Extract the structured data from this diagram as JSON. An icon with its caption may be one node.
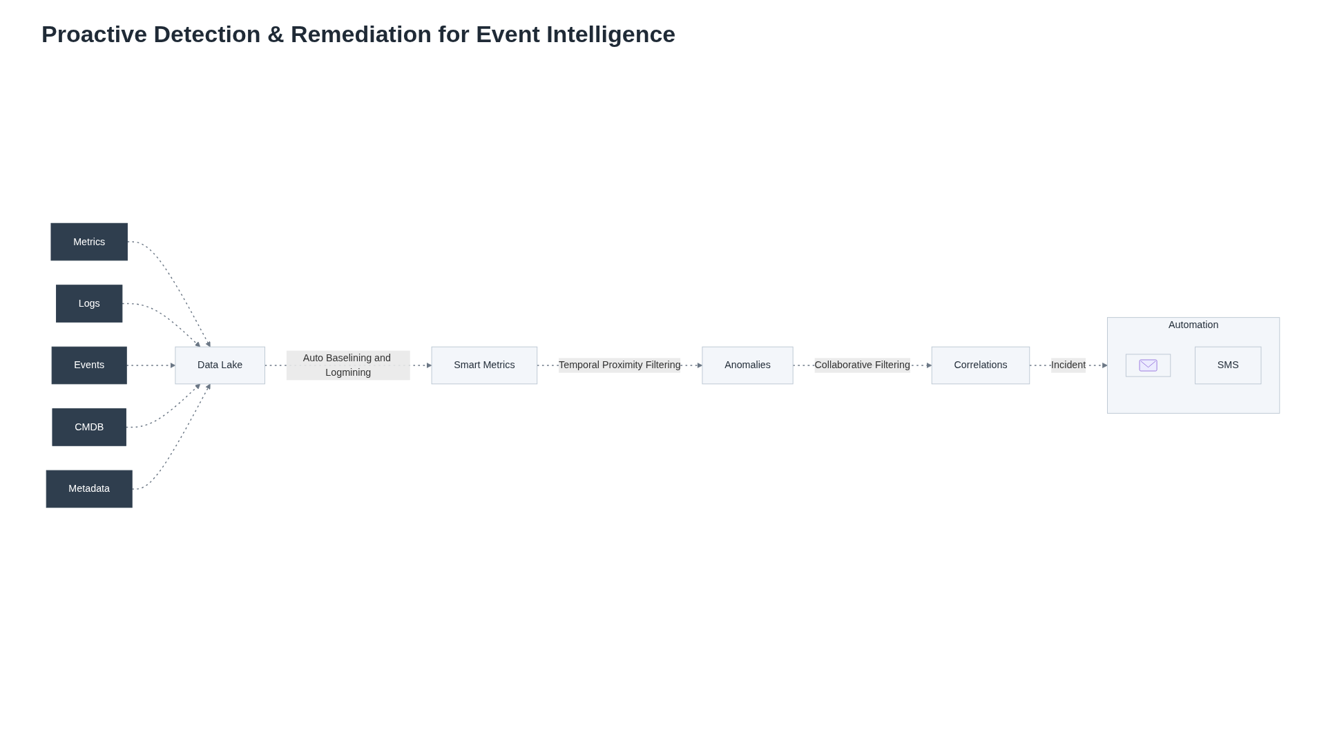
{
  "diagram": {
    "title": "Proactive Detection & Remediation for Event Intelligence",
    "nodes": [
      {
        "text": [
          "Metrics"
        ]
      },
      {
        "text": [
          "Logs"
        ]
      },
      {
        "text": [
          "Events"
        ]
      },
      {
        "text": [
          "Data Lake"
        ]
      },
      {
        "text": [
          "CMDB"
        ]
      },
      {
        "text": [
          "Metadata"
        ]
      },
      {
        "text": [
          "Smart Metrics"
        ]
      },
      {
        "text": [
          "Anomalies"
        ]
      },
      {
        "text": [
          "Correlations"
        ]
      },
      {
        "text": [
          "Automation"
        ]
      },
      {
        "text": [],
        "shape": "picture",
        "in": 9
      },
      {
        "text": [
          "SMS"
        ],
        "in": 9
      }
    ],
    "edges": [
      {
        "from": 0,
        "to": 3,
        "arrow": "to",
        "style": "dashed"
      },
      {
        "from": 1,
        "to": 3,
        "arrow": "to",
        "style": "dashed"
      },
      {
        "from": 2,
        "to": 3,
        "arrow": "to",
        "style": "dashed"
      },
      {
        "from": 4,
        "to": 3,
        "arrow": "to",
        "style": "dashed"
      },
      {
        "from": 5,
        "to": 3,
        "arrow": "to",
        "style": "dashed"
      },
      {
        "from": 3,
        "to": 6,
        "label": "Auto Baselining and Logmining",
        "arrow": "to",
        "style": "dashed"
      },
      {
        "from": 6,
        "to": 7,
        "label": "Temporal Proximity Filtering",
        "arrow": "to",
        "style": "dashed"
      },
      {
        "from": 7,
        "to": 8,
        "label": "Collaborative Filtering",
        "arrow": "to",
        "style": "dashed"
      },
      {
        "from": 8,
        "to": 9,
        "label": "Incident",
        "arrow": "to",
        "style": "dashed"
      }
    ]
  }
}
